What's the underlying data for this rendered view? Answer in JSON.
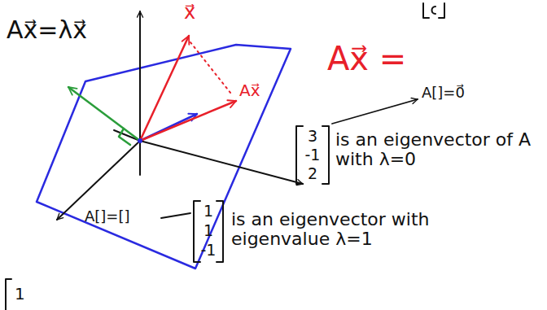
{
  "diagram": {
    "labels": [
      "Ax⃗=λx⃗",
      "x⃗",
      "Ax⃗",
      "Ax⃗ =",
      "A[]=0⃗",
      "3",
      "-1",
      "2",
      "is an eigenvector of A with λ=0",
      "A[]=[]",
      "1",
      "1",
      "-1",
      "is an eigenvector with eigenvalue λ=1",
      "1"
    ]
  }
}
